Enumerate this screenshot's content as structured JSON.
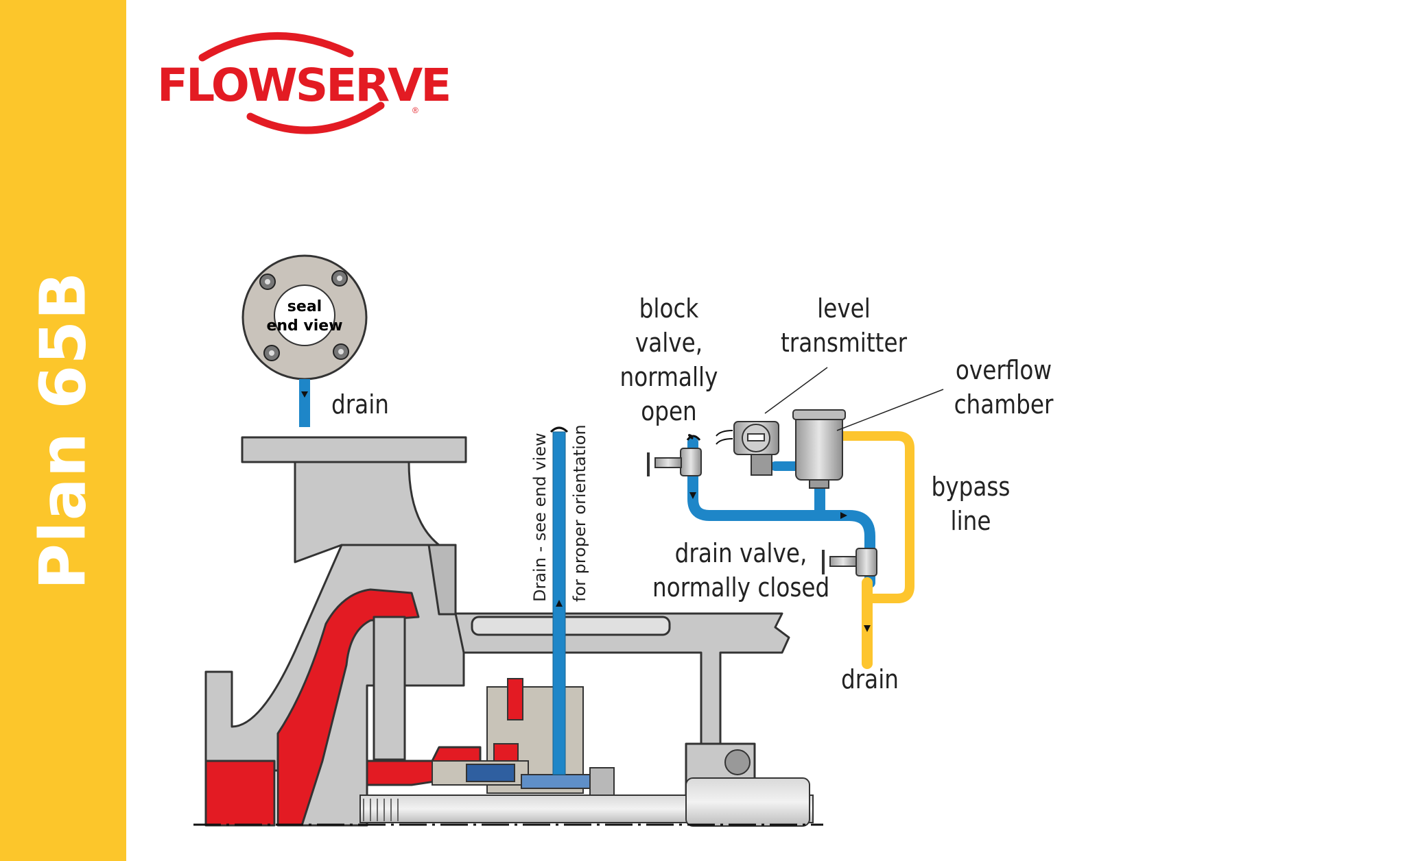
{
  "sidebar": {
    "title": "Plan 65B",
    "color": "#FCC62B"
  },
  "logo": {
    "text": "FLOWSERVE",
    "registered": "®",
    "color": "#E31B23"
  },
  "colors": {
    "pipe_blue": "#1E86C8",
    "bypass_yellow": "#FDC52E",
    "seal_red": "#E31B23",
    "casing_gray": "#C8C8C8"
  },
  "diagram": {
    "seal_end_view": {
      "line1": "seal",
      "line2": "end view"
    },
    "drain_top": "drain",
    "drain_vertical": {
      "line1": "Drain - see end view",
      "line2": "for proper orientation"
    },
    "block_valve": {
      "line1": "block",
      "line2": "valve,",
      "line3": "normally",
      "line4": "open"
    },
    "level_transmitter": {
      "line1": "level",
      "line2": "transmitter"
    },
    "overflow_chamber": {
      "line1": "overflow",
      "line2": "chamber"
    },
    "bypass_line": {
      "line1": "bypass",
      "line2": "line"
    },
    "drain_valve": {
      "line1": "drain valve,",
      "line2": "normally closed"
    },
    "drain_bottom": "drain"
  }
}
